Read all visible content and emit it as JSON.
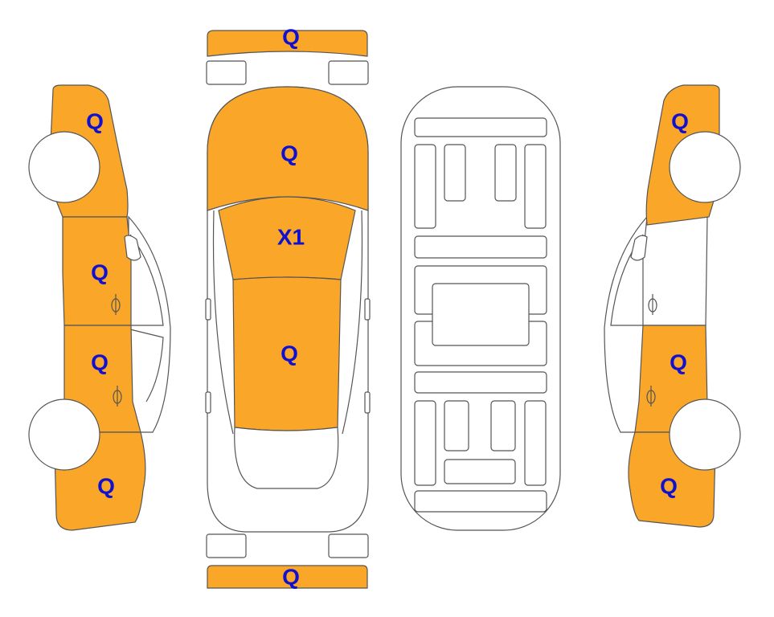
{
  "colors": {
    "damage_fill": "#FAA628",
    "label_text": "#1010D0",
    "outline": "#555555",
    "background": "#ffffff"
  },
  "labels": {
    "front_bumper": "Q",
    "hood": "Q",
    "windshield": "X1",
    "roof": "Q",
    "rear_bumper": "Q",
    "left_front_fender": "Q",
    "left_front_door": "Q",
    "left_rear_door": "Q",
    "left_rear_quarter": "Q",
    "right_front_fender": "Q",
    "right_rear_door": "Q",
    "right_rear_quarter": "Q"
  }
}
